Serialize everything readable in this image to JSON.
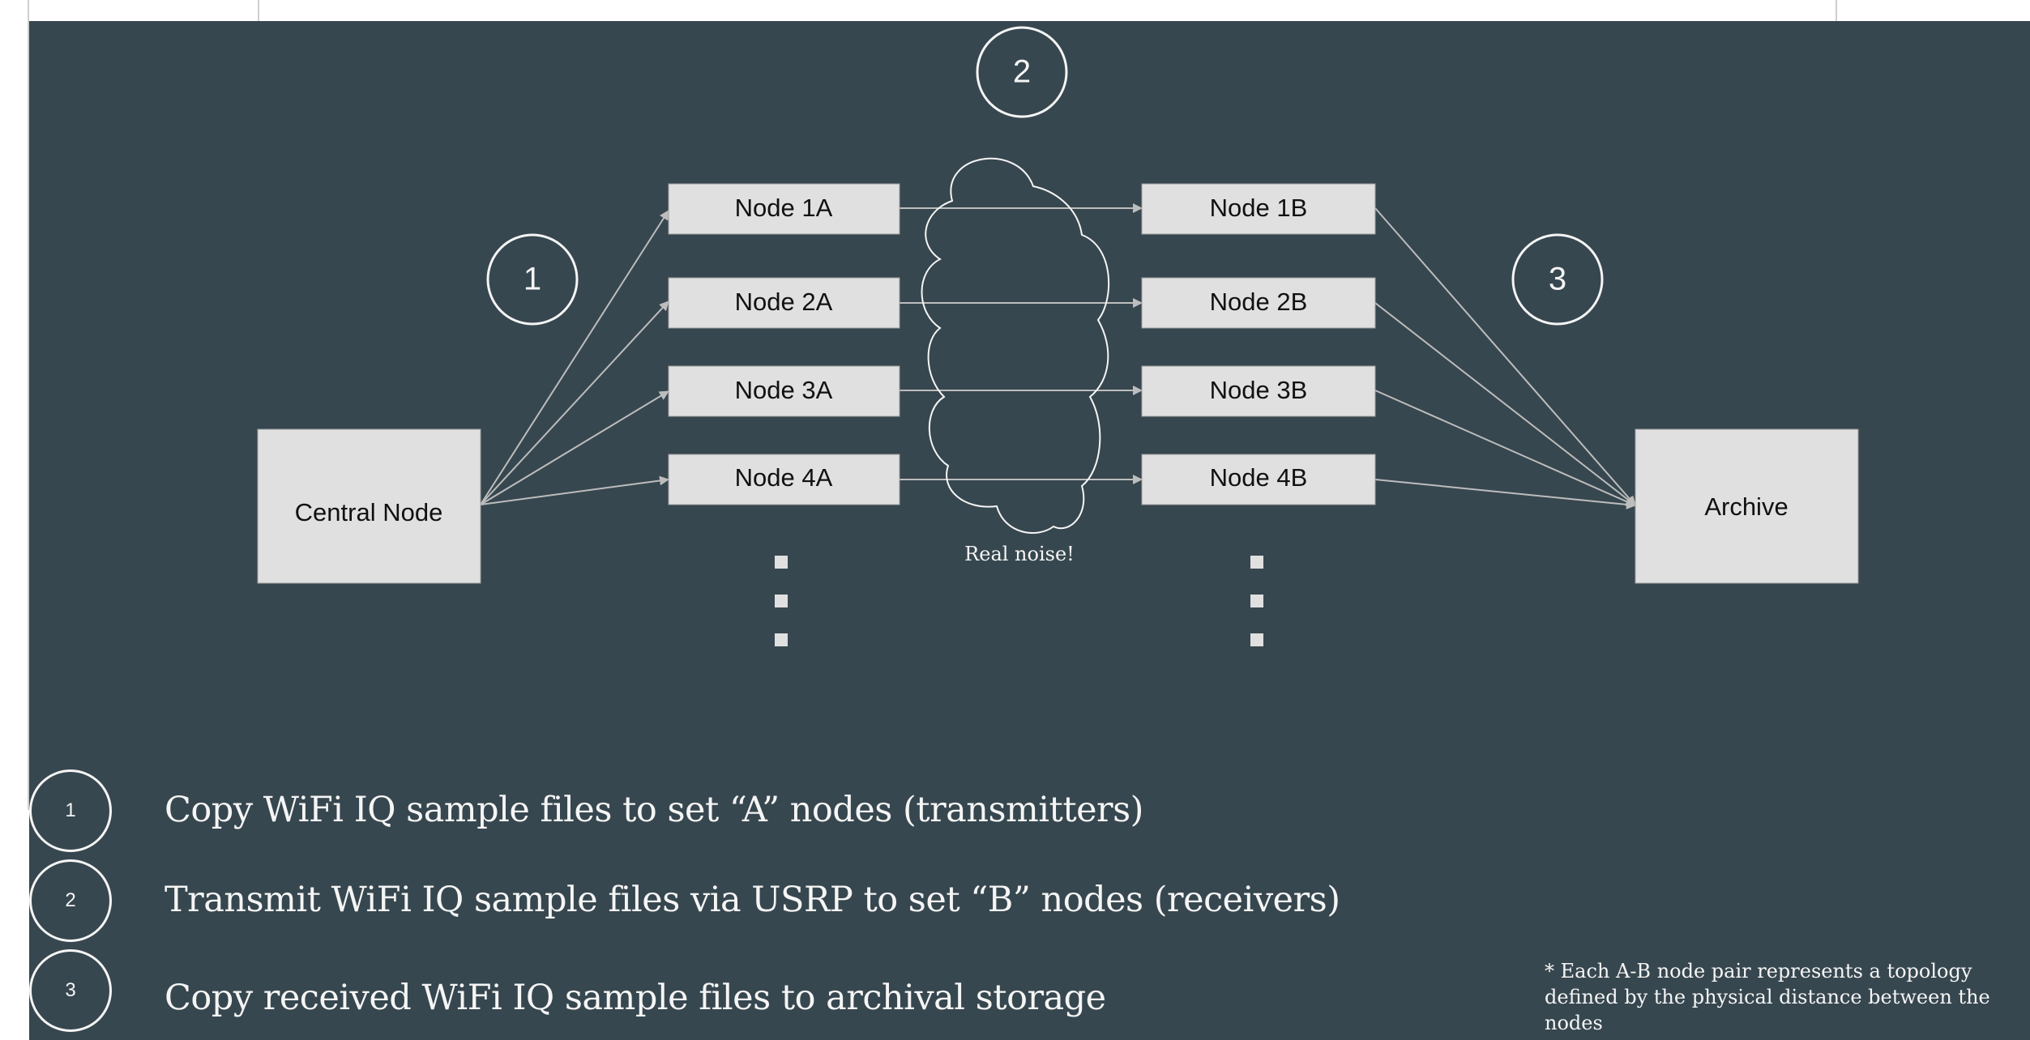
{
  "diagram": {
    "central_node_label": "Central Node",
    "archive_label": "Archive",
    "cloud_label": "Real noise!",
    "step_markers": [
      "1",
      "2",
      "3"
    ],
    "a_nodes": [
      "Node 1A",
      "Node 2A",
      "Node 3A",
      "Node 4A"
    ],
    "b_nodes": [
      "Node 1B",
      "Node 2B",
      "Node 3B",
      "Node 4B"
    ]
  },
  "legend": [
    {
      "number": "1",
      "text": "Copy WiFi IQ sample files to set “A” nodes  (transmitters)"
    },
    {
      "number": "2",
      "text": "Transmit WiFi IQ sample files via USRP to set “B” nodes  (receivers)"
    },
    {
      "number": "3",
      "text": "Copy received WiFi IQ sample files to archival storage"
    }
  ],
  "footnote": "* Each A-B node pair represents a topology defined by the physical distance between the nodes",
  "colors": {
    "background": "#37474f",
    "box_fill": "#e0e0e0",
    "line": "#bdbdbd",
    "text_light": "#f5f5f5"
  }
}
